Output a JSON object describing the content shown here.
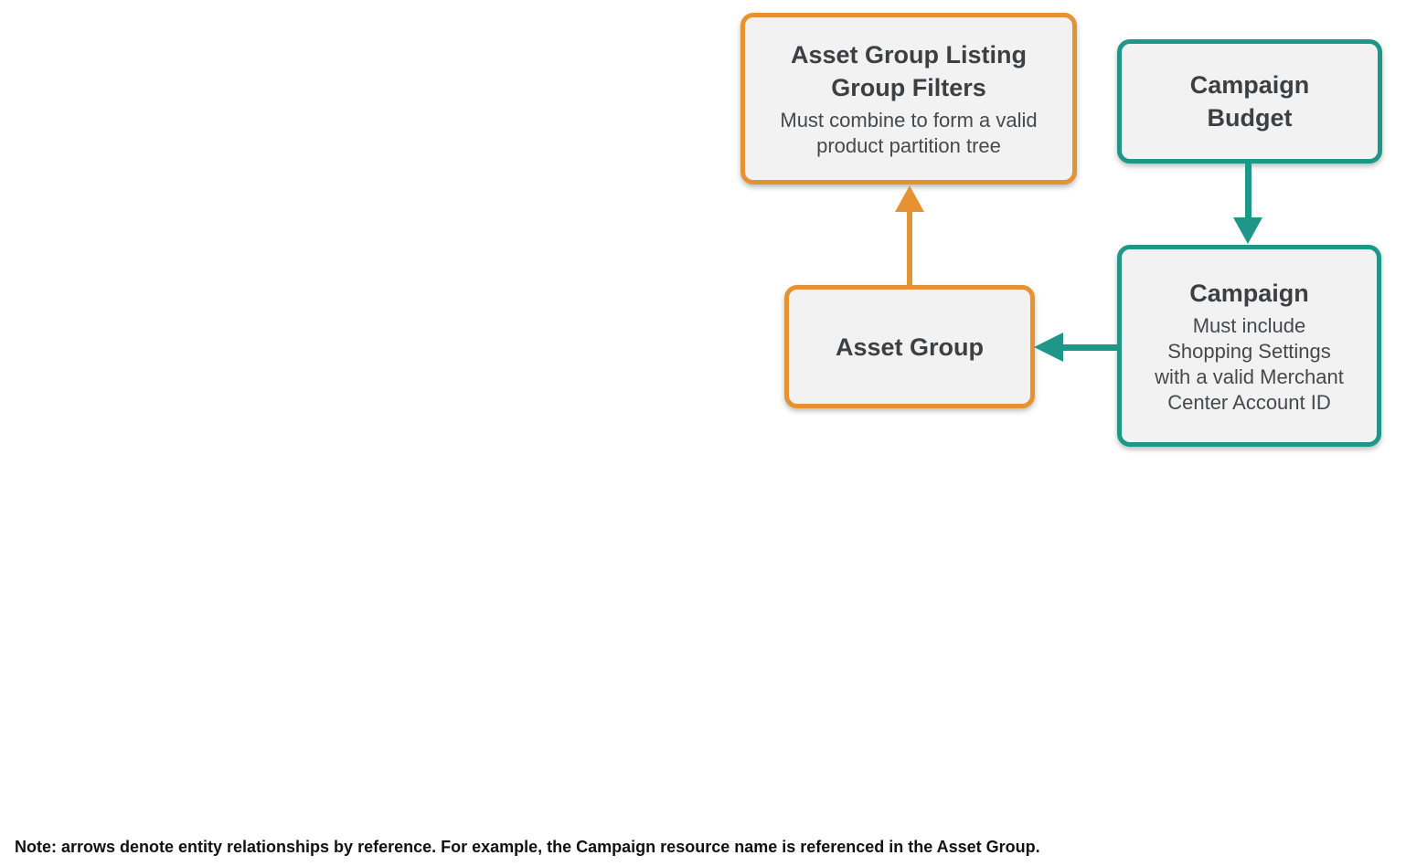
{
  "colors": {
    "orange": "#E69233",
    "teal": "#1E9688",
    "box_fill": "#F2F2F3",
    "title_text": "#3C4043",
    "subtitle_text": "#45494C",
    "note_text": "#111111"
  },
  "nodes": [
    {
      "id": "asset-group-listing-group-filters",
      "title": "Asset Group Listing\nGroup Filters",
      "subtitle": "Must combine to form a valid\nproduct partition tree",
      "accent": "orange"
    },
    {
      "id": "campaign-budget",
      "title": "Campaign\nBudget",
      "subtitle": "",
      "accent": "teal"
    },
    {
      "id": "campaign",
      "title": "Campaign",
      "subtitle": "Must include\nShopping Settings\nwith a valid Merchant\nCenter Account ID",
      "accent": "teal"
    },
    {
      "id": "asset-group",
      "title": "Asset Group",
      "subtitle": "",
      "accent": "orange"
    }
  ],
  "edges": [
    {
      "from": "asset-group",
      "to": "asset-group-listing-group-filters",
      "color": "orange",
      "direction": "up"
    },
    {
      "from": "campaign-budget",
      "to": "campaign",
      "color": "teal",
      "direction": "down"
    },
    {
      "from": "campaign",
      "to": "asset-group",
      "color": "teal",
      "direction": "left"
    }
  ],
  "note": "Note: arrows denote entity relationships by reference. For example, the Campaign resource name is referenced in the Asset Group."
}
